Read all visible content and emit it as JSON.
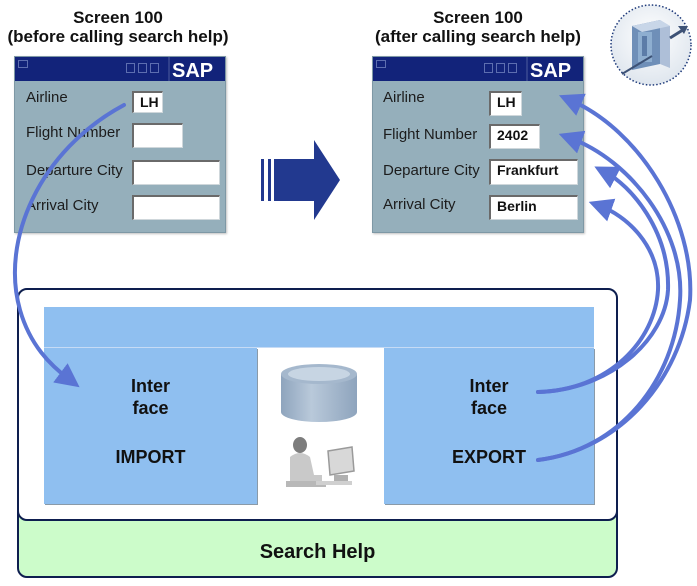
{
  "left_screen": {
    "title_line1": "Screen 100",
    "title_line2": "(before calling search help)",
    "brand": "SAP",
    "fields": [
      {
        "label": "Airline",
        "value": "LH"
      },
      {
        "label": "Flight Number",
        "value": ""
      },
      {
        "label": "Departure City",
        "value": ""
      },
      {
        "label": "Arrival City",
        "value": ""
      }
    ]
  },
  "right_screen": {
    "title_line1": "Screen 100",
    "title_line2": "(after calling search help)",
    "brand": "SAP",
    "fields": [
      {
        "label": "Airline",
        "value": "LH"
      },
      {
        "label": "Flight Number",
        "value": "2402"
      },
      {
        "label": "Departure City",
        "value": "Frankfurt"
      },
      {
        "label": "Arrival City",
        "value": "Berlin"
      }
    ]
  },
  "search_help": {
    "label": "Search Help",
    "import_interface": {
      "line1": "Inter",
      "line2": "face",
      "kind": "IMPORT"
    },
    "export_interface": {
      "line1": "Inter",
      "line2": "face",
      "kind": "EXPORT"
    },
    "center_icons": [
      "database-icon",
      "user-at-computer-icon"
    ]
  },
  "icons": {
    "transition_arrow": "right-arrow-icon",
    "corner_badge": "function-module-interface-icon"
  },
  "colors": {
    "sap_titlebar": "#12237a",
    "screen_bg": "#95afbb",
    "interface_blue": "#8fbff0",
    "search_help_green": "#ccfcca",
    "flow_arrow": "#5a74d4",
    "transition_arrow": "#22398f"
  }
}
